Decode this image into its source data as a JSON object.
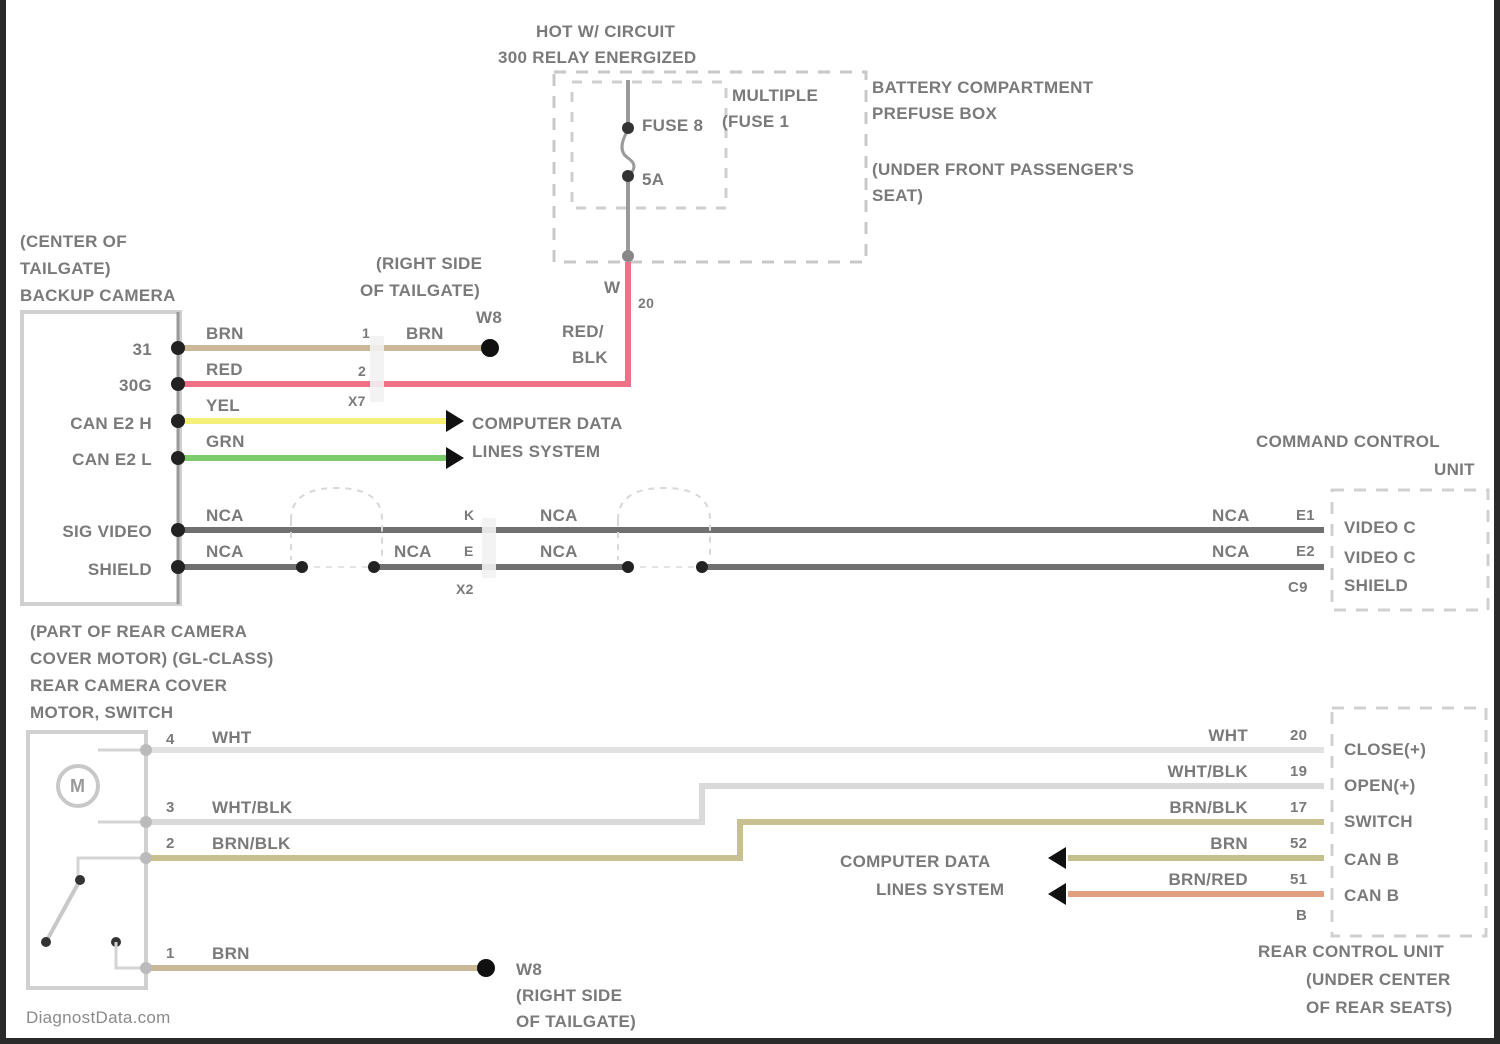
{
  "fuse_box": {
    "hot_line1": "HOT W/ CIRCUIT",
    "hot_line2": "300 RELAY ENERGIZED",
    "multiple_label": "MULTIPLE",
    "multiple_sub": "(FUSE 1",
    "fuse_name": "FUSE 8",
    "fuse_rating": "5A",
    "box_line1": "BATTERY COMPARTMENT",
    "box_line2": "PREFUSE BOX",
    "location_line1": "(UNDER FRONT PASSENGER'S",
    "location_line2": "SEAT)",
    "pin_label": "W",
    "pin_num": "20"
  },
  "backup_camera": {
    "title_line1": "(CENTER OF",
    "title_line2": "TAILGATE)",
    "title_line3": "BACKUP CAMERA",
    "pins": [
      {
        "label": "31",
        "wire": "BRN"
      },
      {
        "label": "30G",
        "wire": "RED"
      },
      {
        "label": "CAN E2 H",
        "wire": "YEL"
      },
      {
        "label": "CAN E2 L",
        "wire": "GRN"
      },
      {
        "label": "SIG VIDEO",
        "wire": "NCA"
      },
      {
        "label": "SHIELD",
        "wire": "NCA"
      }
    ]
  },
  "ground_top": {
    "location_line1": "(RIGHT SIDE",
    "location_line2": "OF TAILGATE)",
    "ground_id": "W8",
    "conn_pin1": "1",
    "conn_pin2": "2",
    "conn_id": "X7",
    "wire_after": "BRN"
  },
  "red_wire_label": {
    "line1": "RED/",
    "line2": "BLK"
  },
  "data_lines_top": {
    "line1": "COMPUTER DATA",
    "line2": "LINES SYSTEM"
  },
  "video_lines": {
    "wire_sig": "NCA",
    "wire_shield": "NCA",
    "mid_wire_sig": "NCA",
    "mid_wire_shield": "NCA",
    "right_wire_sig": "NCA",
    "right_wire_shield": "NCA",
    "conn_pin_k": "K",
    "conn_pin_e": "E",
    "conn_id": "X2",
    "shield_mid": "NCA"
  },
  "command_control": {
    "title_line1": "COMMAND CONTROL",
    "title_line2": "UNIT",
    "pins": [
      {
        "num": "E1",
        "label": "VIDEO C"
      },
      {
        "num": "E2",
        "label": "VIDEO C"
      },
      {
        "num": "C9",
        "label": "SHIELD"
      }
    ]
  },
  "cover_motor": {
    "title_line1": "(PART OF REAR CAMERA",
    "title_line2": "COVER MOTOR) (GL-CLASS)",
    "title_line3": "REAR CAMERA COVER",
    "title_line4": "MOTOR, SWITCH",
    "motor_symbol": "M",
    "pins": [
      {
        "num": "4",
        "wire": "WHT"
      },
      {
        "num": "3",
        "wire": "WHT/BLK"
      },
      {
        "num": "2",
        "wire": "BRN/BLK"
      },
      {
        "num": "1",
        "wire": "BRN"
      }
    ]
  },
  "ground_bottom": {
    "ground_id": "W8",
    "location_line1": "(RIGHT SIDE",
    "location_line2": "OF TAILGATE)"
  },
  "rear_control": {
    "pins": [
      {
        "wire": "WHT",
        "num": "20",
        "label": "CLOSE(+)"
      },
      {
        "wire": "WHT/BLK",
        "num": "19",
        "label": "OPEN(+)"
      },
      {
        "wire": "BRN/BLK",
        "num": "17",
        "label": "SWITCH"
      },
      {
        "wire": "BRN",
        "num": "52",
        "label": "CAN B"
      },
      {
        "wire": "BRN/RED",
        "num": "51",
        "label": "CAN B"
      }
    ],
    "conn_id": "B",
    "title_line1": "REAR CONTROL UNIT",
    "title_line2": "(UNDER CENTER",
    "title_line3": "OF REAR SEATS)"
  },
  "data_lines_bottom": {
    "line1": "COMPUTER DATA",
    "line2": "LINES SYSTEM"
  },
  "watermark": "DiagnostData.com",
  "colors": {
    "brn": "#cbb898",
    "red": "#f0607a",
    "yel": "#f4f07a",
    "grn": "#7ccc6c",
    "nca": "#6e6e6e",
    "wht": "#dcdcdc",
    "brnblk": "#c8c090",
    "brnred": "#e0a080"
  }
}
